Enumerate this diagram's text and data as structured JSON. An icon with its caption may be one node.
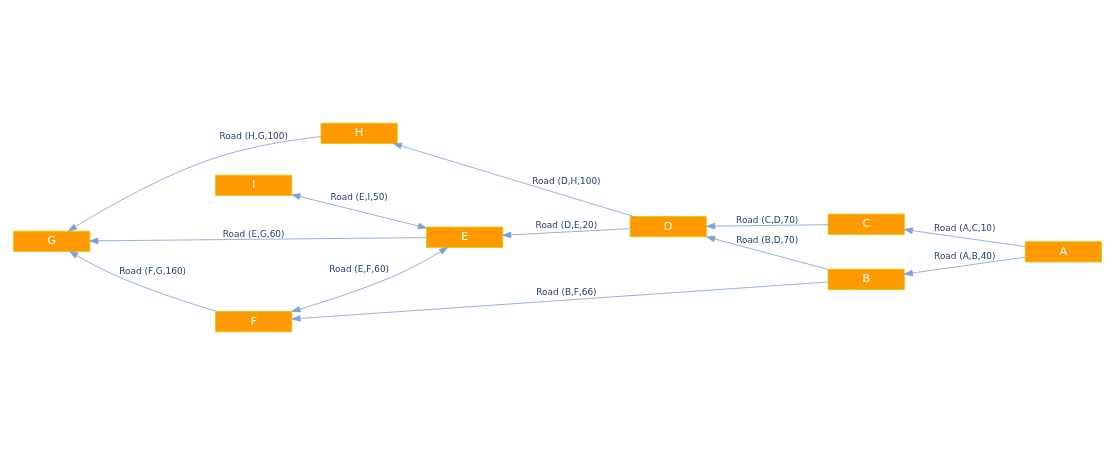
{
  "diagram": {
    "nodes": [
      {
        "text": [
          "I"
        ]
      },
      {
        "text": [
          "H"
        ]
      },
      {
        "text": [
          "G"
        ]
      },
      {
        "text": [
          "E"
        ]
      },
      {
        "text": [
          "D"
        ]
      },
      {
        "text": [
          "C"
        ]
      },
      {
        "text": [
          "A"
        ]
      },
      {
        "text": [
          "B"
        ]
      },
      {
        "text": [
          "F"
        ]
      }
    ],
    "edges": [
      {
        "from": 6,
        "to": 5,
        "arrow": "to",
        "label": "Road (A,C,10)"
      },
      {
        "from": 6,
        "to": 7,
        "arrow": "to",
        "label": "Road (A,B,40)"
      },
      {
        "from": 5,
        "to": 4,
        "arrow": "to",
        "label": "Road (C,D,70)"
      },
      {
        "from": 7,
        "to": 4,
        "arrow": "to",
        "label": "Road (B,D,70)"
      },
      {
        "from": 7,
        "to": 8,
        "arrow": "to",
        "label": "Road (B,F,66)"
      },
      {
        "from": 4,
        "to": 3,
        "arrow": "to",
        "label": "Road (D,E,20)"
      },
      {
        "from": 4,
        "to": 1,
        "arrow": "to",
        "label": "Road (D,H,100)"
      },
      {
        "from": 1,
        "to": 2,
        "arrow": "to",
        "label": "Road (H,G,100)"
      },
      {
        "from": 3,
        "to": 2,
        "arrow": "to",
        "label": "Road (E,G,60)"
      },
      {
        "from": 8,
        "to": 2,
        "arrow": "to",
        "label": "Road (F,G,160)"
      },
      {
        "from": 3,
        "to": 8,
        "arrow": "both",
        "label": "Road (E,F,60)"
      },
      {
        "from": 3,
        "to": 0,
        "arrow": "both",
        "label": "Road (E,I,50)"
      }
    ]
  }
}
